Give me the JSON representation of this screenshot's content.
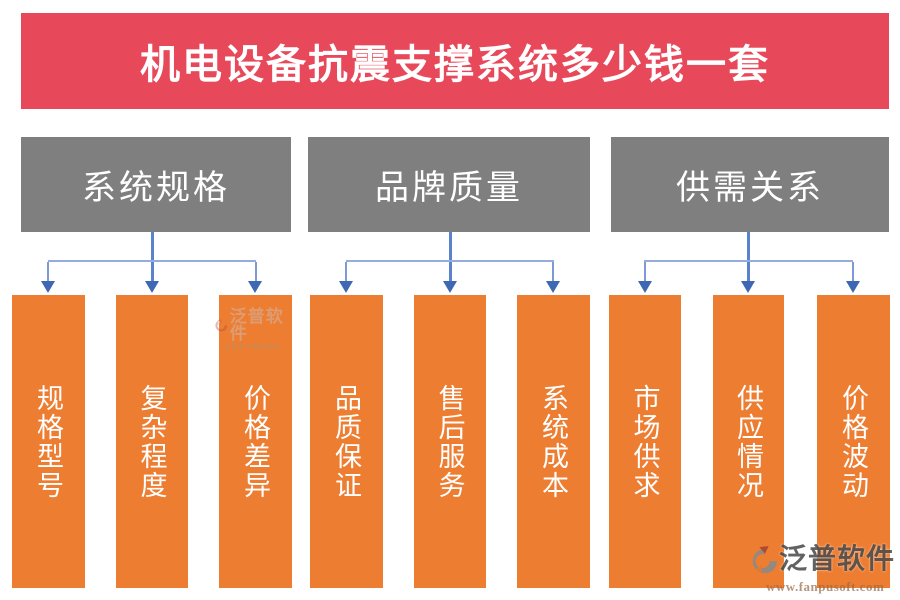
{
  "title": {
    "text": "机电设备抗震支撑系统多少钱一套"
  },
  "groups": [
    {
      "label": "系统规格",
      "children": [
        {
          "label": "规格型号"
        },
        {
          "label": "复杂程度"
        },
        {
          "label": "价格差异"
        }
      ]
    },
    {
      "label": "品牌质量",
      "children": [
        {
          "label": "品质保证"
        },
        {
          "label": "售后服务"
        },
        {
          "label": "系统成本"
        }
      ]
    },
    {
      "label": "供需关系",
      "children": [
        {
          "label": "市场供求"
        },
        {
          "label": "供应情况"
        },
        {
          "label": "价格波动"
        }
      ]
    }
  ],
  "watermark_bottom": {
    "icon": "fanpu-logo-icon",
    "brand": "泛普软件",
    "url": "www.fanpusoft.com"
  },
  "watermark_faint": {
    "icon": "fanpu-logo-icon",
    "brand": "泛普软件",
    "subtext": "SOFTWARE"
  },
  "colors": {
    "banner": "#e8495a",
    "category_box": "#7f7f7f",
    "bar": "#ed7d31",
    "connector_horizontal": "#94addc",
    "connector_stem": "#5b83cc",
    "arrowhead": "#3e68b4",
    "text_on_fill": "#ffffff"
  }
}
